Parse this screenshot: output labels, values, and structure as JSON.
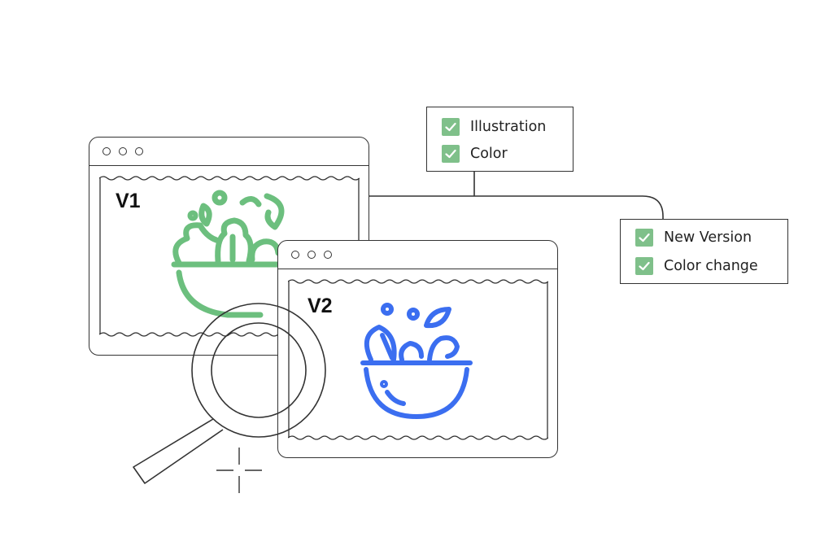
{
  "windows": [
    {
      "label": "V1",
      "illustration": "salad-bowl-green",
      "color": "#6cbf7e"
    },
    {
      "label": "V2",
      "illustration": "salad-bowl-blue",
      "color": "#3b6ef0"
    }
  ],
  "checklist_top": {
    "items": [
      {
        "label": "Illustration",
        "checked": true
      },
      {
        "label": "Color",
        "checked": true
      }
    ]
  },
  "checklist_right": {
    "items": [
      {
        "label": "New Version",
        "checked": true
      },
      {
        "label": "Color change",
        "checked": true
      }
    ]
  },
  "icons": {
    "magnifier": "magnifying-glass-icon",
    "crosshair": "crosshair-icon",
    "check": "checkbox-checked-icon"
  },
  "colors": {
    "check_fill": "#7fc08a",
    "outline": "#333333"
  }
}
